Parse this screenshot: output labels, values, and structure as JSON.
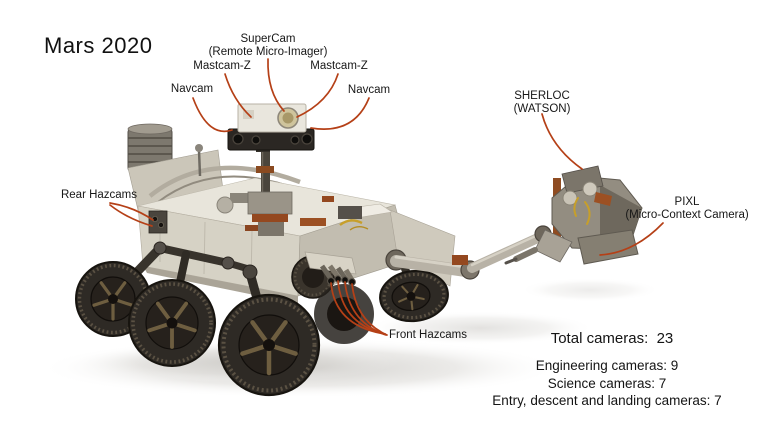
{
  "title": "Mars 2020",
  "colors": {
    "background": "#ffffff",
    "text": "#161616",
    "callout_line": "#b54017"
  },
  "callouts": {
    "supercam": {
      "line1": "SuperCam",
      "line2": "(Remote Micro-Imager)"
    },
    "mastcam_left": {
      "label": "Mastcam-Z"
    },
    "mastcam_right": {
      "label": "Mastcam-Z"
    },
    "navcam_left": {
      "label": "Navcam"
    },
    "navcam_right": {
      "label": "Navcam"
    },
    "sherloc": {
      "line1": "SHERLOC",
      "line2": "(WATSON)"
    },
    "pixl": {
      "line1": "PIXL",
      "line2": "(Micro-Context Camera)"
    },
    "rear_hazcams": {
      "label": "Rear Hazcams"
    },
    "front_hazcams": {
      "label": "Front Hazcams"
    }
  },
  "stats": {
    "total": "Total cameras:  23",
    "engineering": "Engineering cameras: 9",
    "science": "Science cameras: 7",
    "edl": "Entry, descent and landing cameras: 7"
  }
}
